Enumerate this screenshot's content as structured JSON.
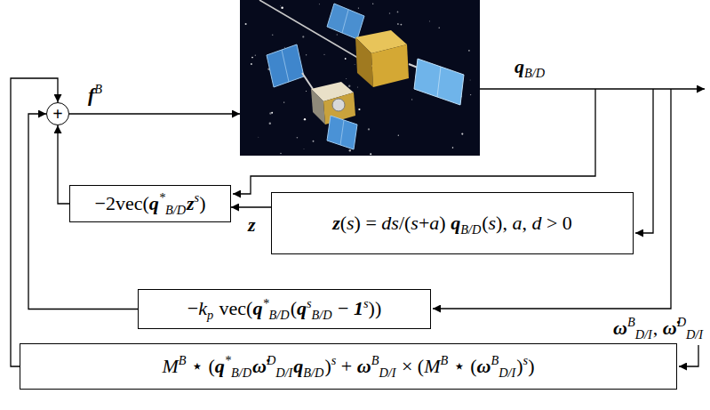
{
  "diagram": {
    "nodes": [
      {
        "text": [
          "+"
        ]
      },
      {
        "text": [
          "−2vec(q*B/Dzs)"
        ]
      },
      {
        "text": [
          "z(s) = ds/(s+a) qB/D(s), a, d > 0"
        ]
      },
      {
        "text": [
          "−kp vec(q*B/D(qsB/D − 1s))"
        ]
      },
      {
        "text": [
          "MB ⋆ (q*B/Dω̇DD/IqB/D)s + ωBD/I × (MB ⋆ (ωBD/I)s)"
        ]
      }
    ],
    "edges": [
      {
        "from": 1,
        "to": 0,
        "arrow": "to"
      },
      {
        "from": 2,
        "to": 1,
        "label": "z",
        "arrow": "to"
      },
      {
        "from": 3,
        "to": 0,
        "arrow": "to"
      },
      {
        "from": 4,
        "to": 0,
        "arrow": "to"
      }
    ],
    "labels": [
      "fB",
      "qB/D",
      "ωBD/I, ω̇DD/I"
    ]
  }
}
